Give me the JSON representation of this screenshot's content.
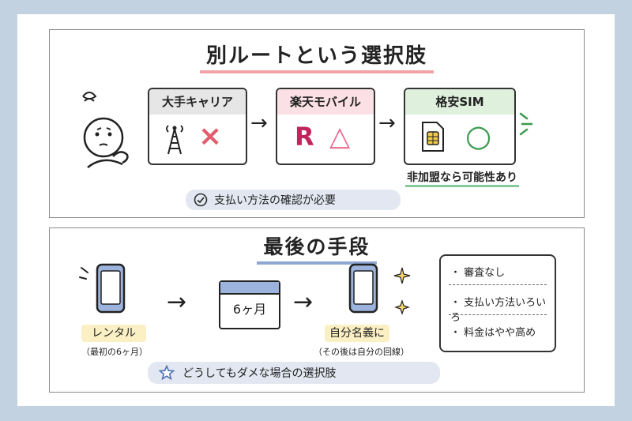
{
  "panel1": {
    "title": "別ルートという選択肢",
    "cards": [
      {
        "label": "大手キャリア",
        "header_color": "#e6e6e6",
        "mark": "×",
        "mark_color": "#e35d6a"
      },
      {
        "label": "楽天モバイル",
        "header_color": "#fbe1e6",
        "logo": "R",
        "logo_color": "#c2245b",
        "mark": "△",
        "mark_color": "#e96a8d"
      },
      {
        "label": "格安SIM",
        "header_color": "#dff0dd",
        "mark": "○",
        "mark_color": "#3a9a4d"
      }
    ],
    "note": "非加盟なら可能性あり",
    "pill": "支払い方法の確認が必要"
  },
  "panel2": {
    "title": "最後の手段",
    "rental_label": "レンタル",
    "rental_sub": "（最初の6ヶ月）",
    "calendar_text": "6ヶ月",
    "own_label": "自分名義に",
    "own_sub": "（その後は自分の回線）",
    "pill": "どうしてもダメな場合の選択肢",
    "list": [
      "・ 審査なし",
      "・ 支払い方法いろいろ",
      "・ 料金はやや高め"
    ]
  },
  "icons": {
    "arrow": "→",
    "check": "check-circle-icon",
    "star": "star-icon"
  },
  "colors": {
    "background": "#c3d2e0",
    "title_underline_1": "#f2a2a8",
    "title_underline_2": "#8fa6d4",
    "pill_bg": "#e2e7f1",
    "label_bg": "#fbf0c4",
    "note_underline": "#86c99a"
  }
}
